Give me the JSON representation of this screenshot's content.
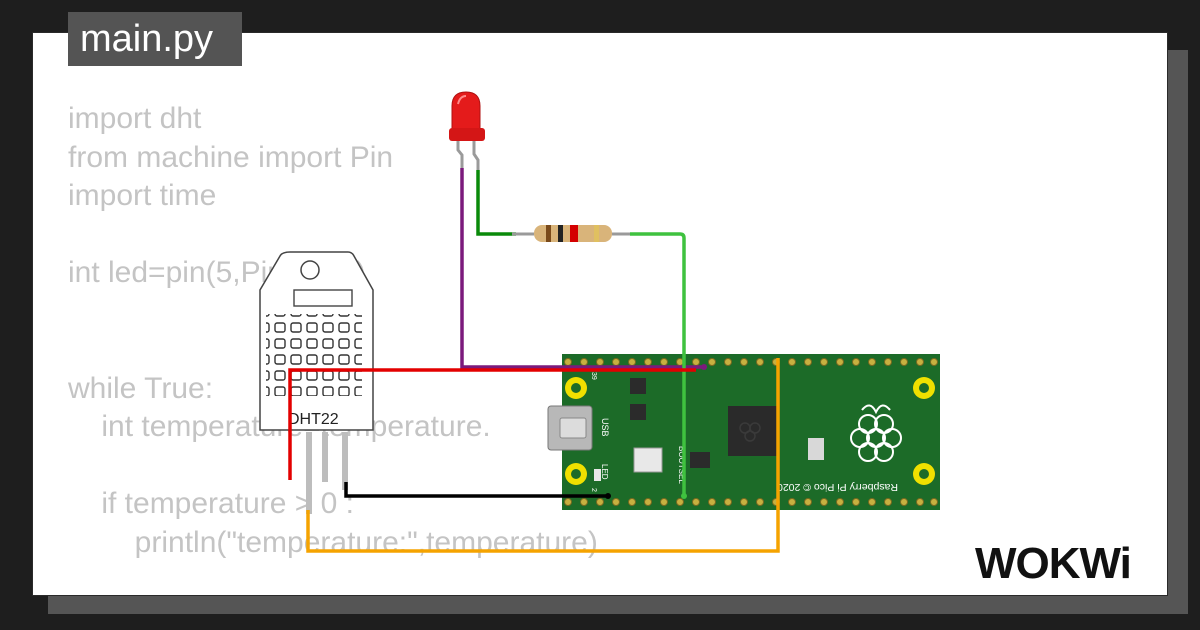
{
  "editor": {
    "tab_label": "main.py",
    "code_lines": [
      "import dht",
      "from machine import Pin",
      "import time",
      "",
      "int led=pin(5,Pin.OUT)",
      "",
      "",
      "while True:",
      "    int temperature=temperature.",
      "",
      "    if temperature > 0 :",
      "        println(\"temperature:\",temperature)"
    ]
  },
  "sensor": {
    "label": "DHT22"
  },
  "pico": {
    "usb_label": "USB",
    "led_label": "LED",
    "bootsel_label": "BOOTSEL",
    "board_label": "Raspberry Pi Pico © 2020",
    "pin_label_39": "39",
    "pin_label_2": "2"
  },
  "brand": {
    "logo_text": "WOKWi"
  },
  "colors": {
    "board_green": "#1c6b28",
    "wire_red": "#e30000",
    "wire_black": "#000000",
    "wire_orange": "#f5a300",
    "wire_purple": "#7b1a7c",
    "wire_green_dark": "#0a8a0a",
    "wire_green_light": "#3fc23f",
    "led_red": "#e41b1b",
    "pad_yellow": "#f0e000"
  }
}
